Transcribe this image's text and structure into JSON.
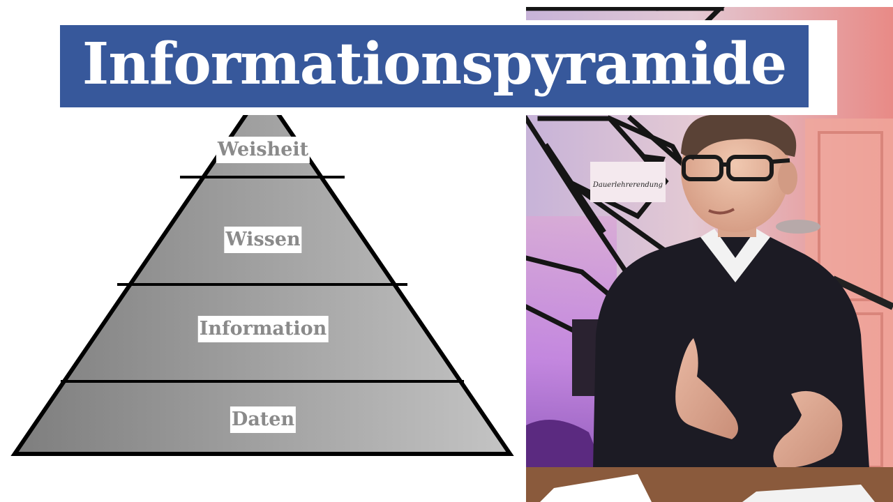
{
  "title": "Informationspyramide",
  "pyramid": {
    "layers": [
      {
        "label": "Weisheit"
      },
      {
        "label": "Wissen"
      },
      {
        "label": "Information"
      },
      {
        "label": "Daten"
      }
    ]
  },
  "photo": {
    "sign_text": "Dauerlehrerendung"
  },
  "colors": {
    "title_bar": "#37589b",
    "title_text": "#ffffff",
    "pyramid_fill_dark": "#7e7e7e",
    "pyramid_fill_light": "#c4c4c4",
    "label_text": "#8a8a8a"
  }
}
